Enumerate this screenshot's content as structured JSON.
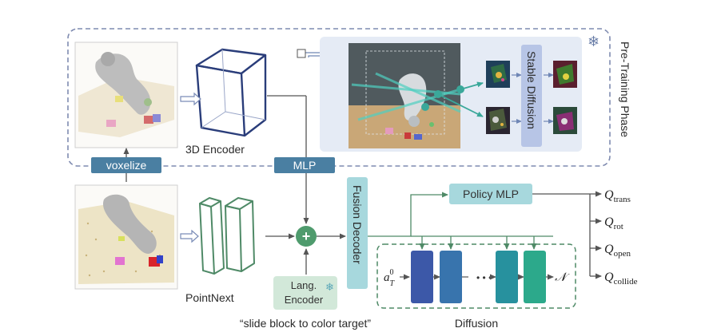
{
  "phase": {
    "label": "Pre-Training Phase",
    "snowflake_glyph": "❄"
  },
  "labels": {
    "voxelize": "voxelize",
    "encoder3d": "3D Encoder",
    "mlp": "MLP",
    "stable_diffusion": "Stable Diffusion",
    "pointnext": "PointNext",
    "lang_encoder_line1": "Lang.",
    "lang_encoder_line2": "Encoder",
    "fusion_decoder": "Fusion Decoder",
    "policy_mlp": "Policy MLP",
    "diffusion": "Diffusion",
    "instruction": "“slide block to color target”",
    "plus": "+",
    "ellipsis": "• • •"
  },
  "diffusion": {
    "input_base": "a",
    "input_sup": "0",
    "input_sub": "T",
    "noise": "𝒩"
  },
  "outputs": [
    {
      "base": "Q",
      "sub": "trans"
    },
    {
      "base": "Q",
      "sub": "rot"
    },
    {
      "base": "Q",
      "sub": "open"
    },
    {
      "base": "Q",
      "sub": "collide"
    }
  ],
  "colors": {
    "dashed_border": "#7f8bb0",
    "steel_box": "#4a7fa2",
    "light_teal_box": "#a7d8dd",
    "lang_box": "#d2e8d9",
    "green_line": "#4f8a67",
    "diffusion_blocks": [
      "#3c58a8",
      "#3874ad",
      "#27919e",
      "#2ca98b"
    ]
  }
}
